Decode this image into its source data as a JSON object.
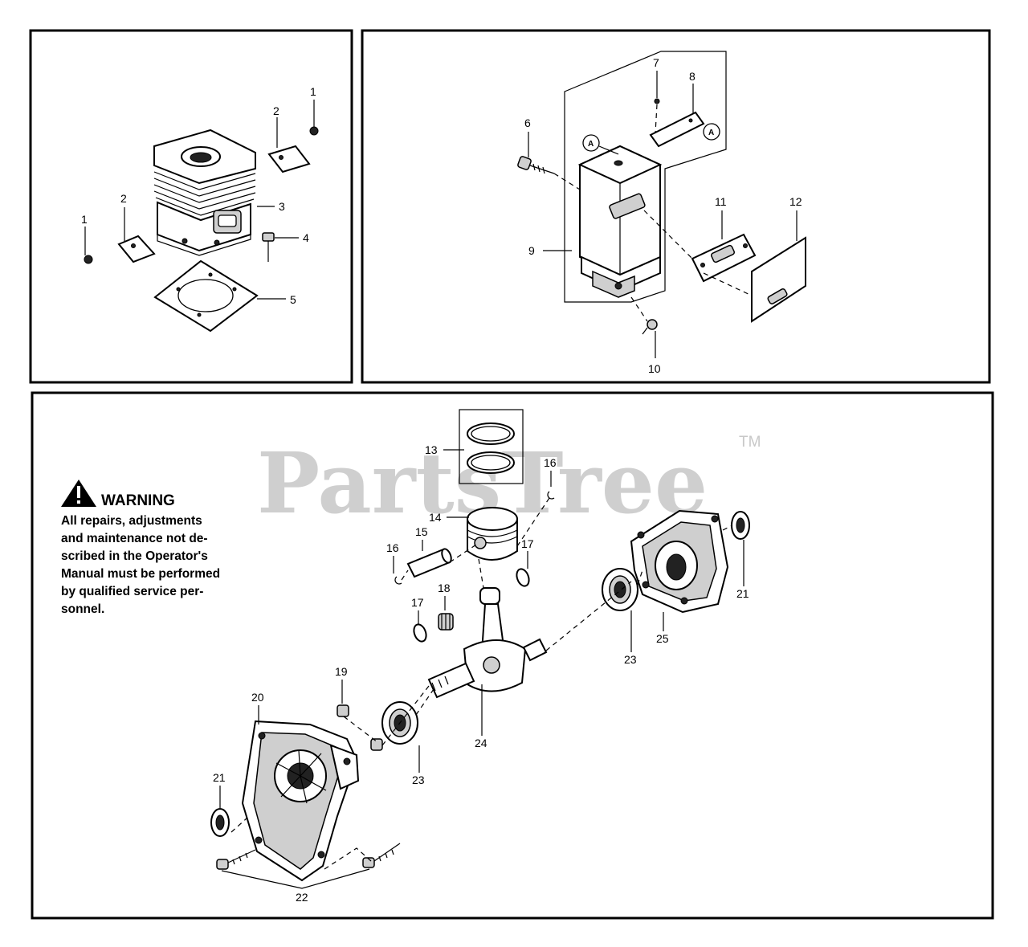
{
  "watermark": {
    "brand": "PartsTree",
    "trademark": "TM"
  },
  "warning": {
    "title": "WARNING",
    "lines": [
      "All  repairs,  adjustments",
      "and maintenance not de-",
      "scribed in the Operator's",
      "Manual must be performed",
      "by  qualified   service  per-",
      "sonnel."
    ]
  },
  "reference_marker": "A",
  "callouts": {
    "cylinder": [
      "1",
      "2",
      "3",
      "2",
      "1",
      "4",
      "5"
    ],
    "muffler": [
      "7",
      "8",
      "6",
      "9",
      "11",
      "12",
      "10"
    ],
    "crankcase": [
      "13",
      "16",
      "14",
      "15",
      "16",
      "17",
      "17",
      "18",
      "19",
      "20",
      "23",
      "24",
      "21",
      "22",
      "21",
      "23",
      "25"
    ]
  }
}
